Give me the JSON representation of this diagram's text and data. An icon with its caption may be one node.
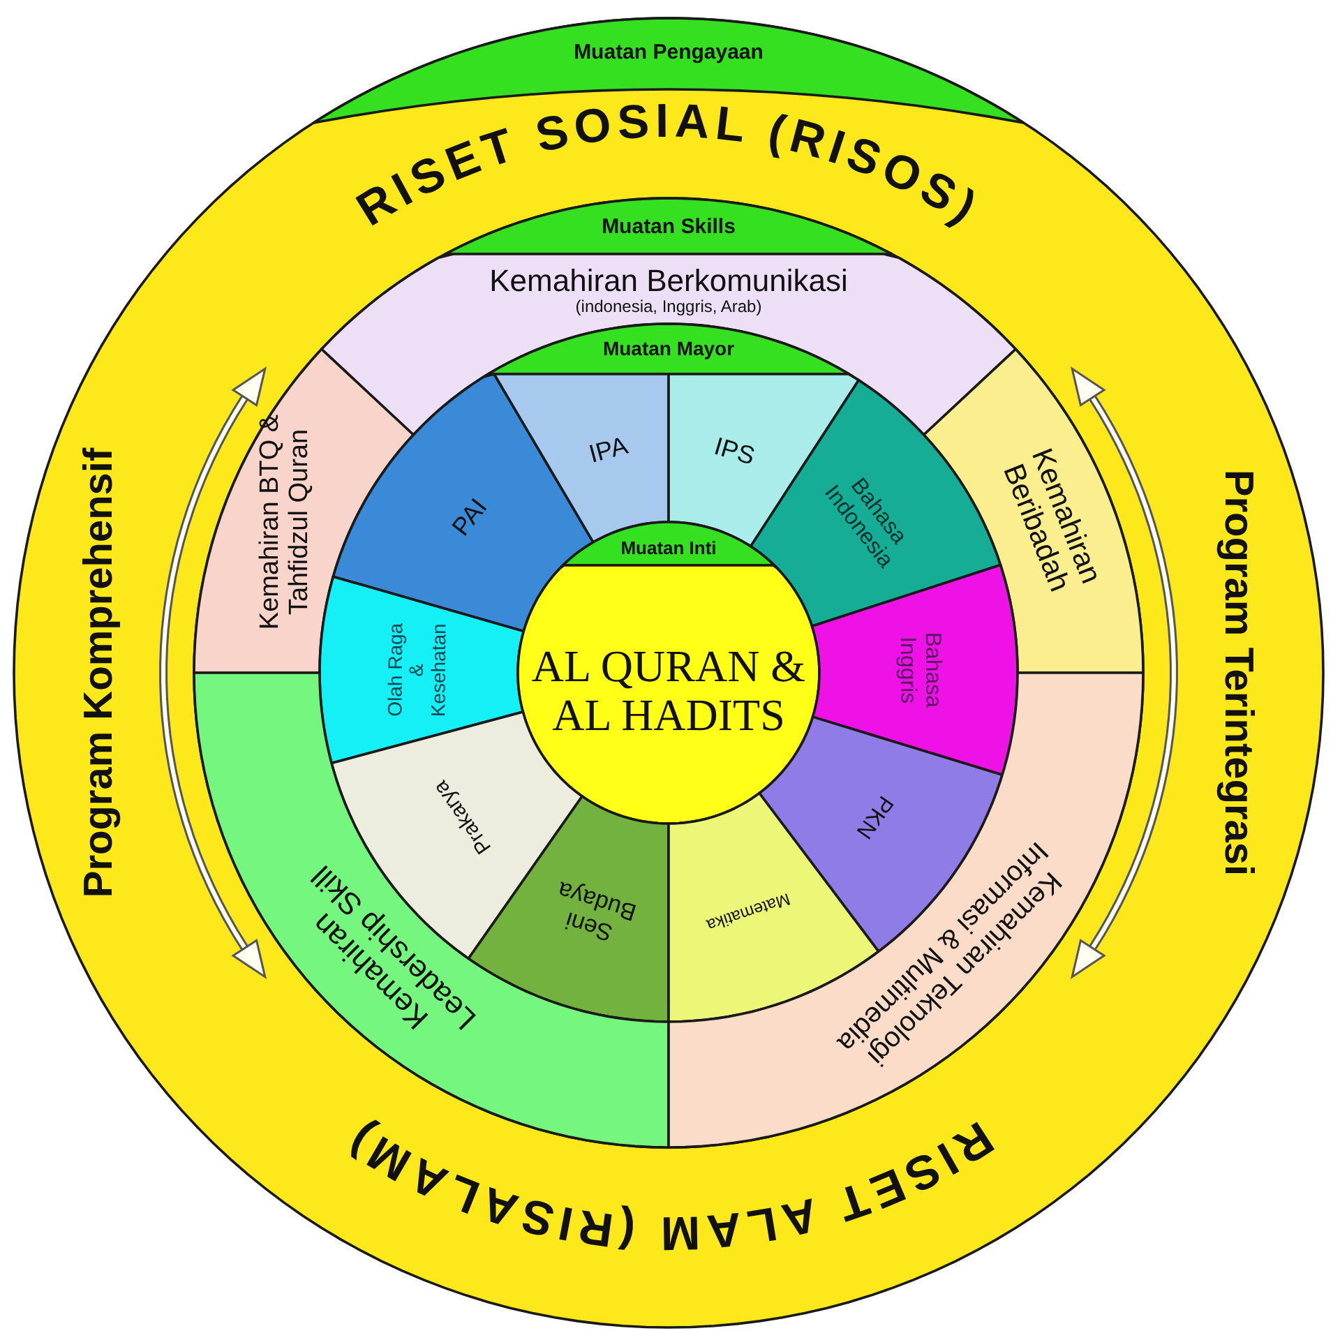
{
  "diagram": {
    "nodes": [
      {
        "text": [
          "RISET SOSIAL (RISOS)",
          "Program Komprehensif",
          "Program Terintegrasi",
          "RISET ALAM (RISALAM)"
        ]
      },
      {
        "text": [
          "Muatan Pengayaan"
        ],
        "in": 0
      },
      {
        "text": [
          "Muatan Skills"
        ],
        "in": 0
      },
      {
        "text": [
          "Kemahiran Berkomunikasi",
          "(indonesia, Inggris, Arab)"
        ],
        "in": 0
      },
      {
        "text": [
          "Kemahiran BTQ & Tahfidzul Quran"
        ],
        "in": 0
      },
      {
        "text": [
          "Kemahiran Beribadah"
        ],
        "in": 0
      },
      {
        "text": [
          "Muatan Mayor"
        ],
        "in": 0
      },
      {
        "text": [
          "PAI"
        ],
        "in": 0
      },
      {
        "text": [
          "IPA"
        ],
        "in": 0
      },
      {
        "text": [
          "IPS"
        ],
        "in": 0
      },
      {
        "text": [
          "Bahasa Indonesia"
        ],
        "in": 0
      },
      {
        "text": [
          "Olah Raga & Kesehatan"
        ],
        "in": 0
      },
      {
        "text": [
          "Muatan Inti"
        ],
        "in": 0
      },
      {
        "text": [
          "AL QURAN & AL HADITS"
        ],
        "in": 0
      },
      {
        "text": [
          "Bahasa Inggris"
        ],
        "in": 0
      },
      {
        "text": [
          "Prakarya"
        ],
        "in": 0
      },
      {
        "text": [
          "PKN"
        ],
        "in": 0
      },
      {
        "text": [
          "Seni Budaya"
        ],
        "in": 0
      },
      {
        "text": [
          "Matematika"
        ],
        "in": 0
      },
      {
        "text": [
          "Kemahiran Leadership Skill"
        ],
        "in": 0
      },
      {
        "text": [
          "Kemahiran Teknologi Informasi & Multimedia"
        ],
        "in": 0
      }
    ]
  }
}
